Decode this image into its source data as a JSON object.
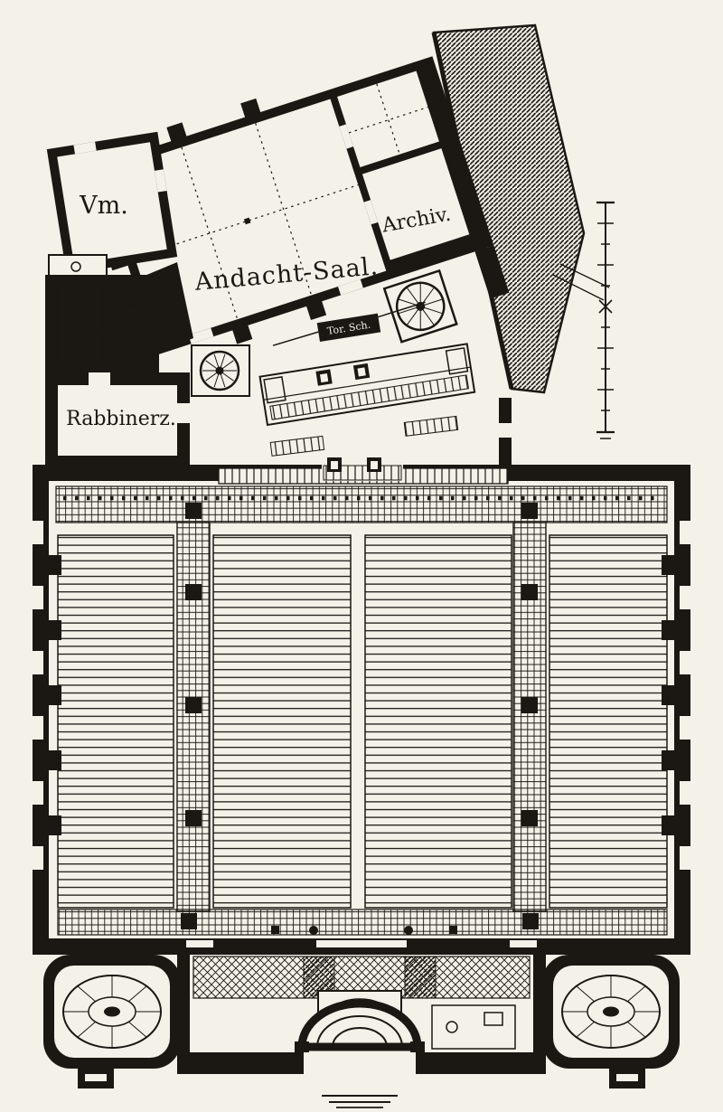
{
  "labels": {
    "vm": "Vm.",
    "andacht_saal": "Andacht-Saal.",
    "archiv": "Archiv.",
    "rabbiner": "Rabbinerz.",
    "tor_sch": "Tor. Sch."
  },
  "colors": {
    "ink": "#1b1713",
    "paper": "#f4f1e8"
  }
}
